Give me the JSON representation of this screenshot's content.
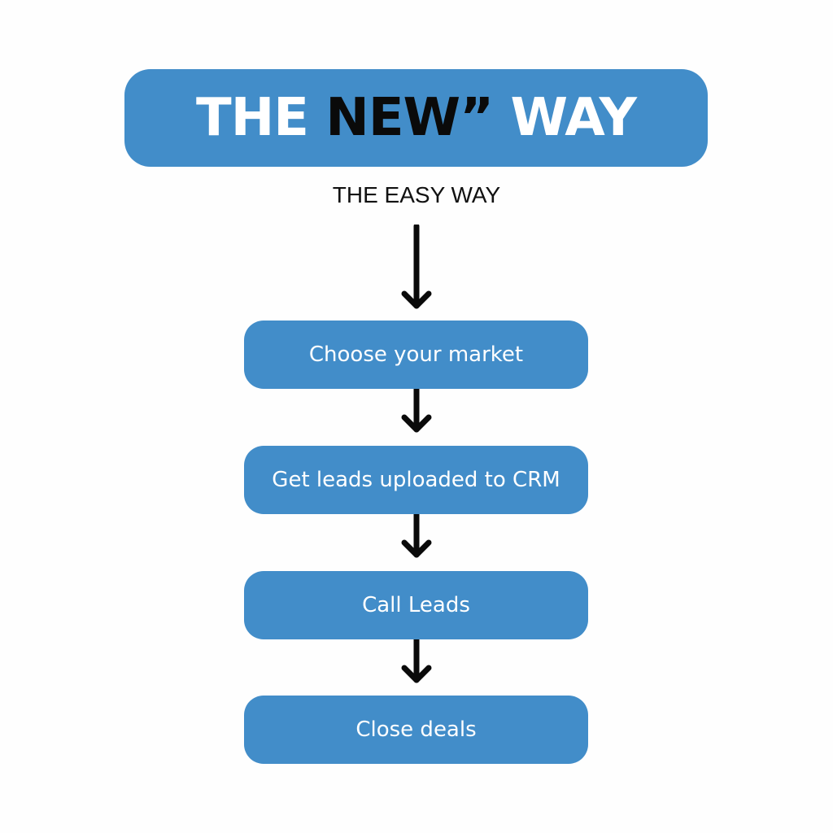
{
  "header": {
    "title_part1": "THE ",
    "title_part2": "NEW”",
    "title_part3": " WAY"
  },
  "subtitle": "THE EASY WAY",
  "steps": [
    {
      "label": "Choose your market"
    },
    {
      "label": "Get leads uploaded to CRM"
    },
    {
      "label": "Call Leads"
    },
    {
      "label": "Close deals"
    }
  ],
  "colors": {
    "accent": "#428dc9",
    "arrow": "#0a0a0a"
  }
}
